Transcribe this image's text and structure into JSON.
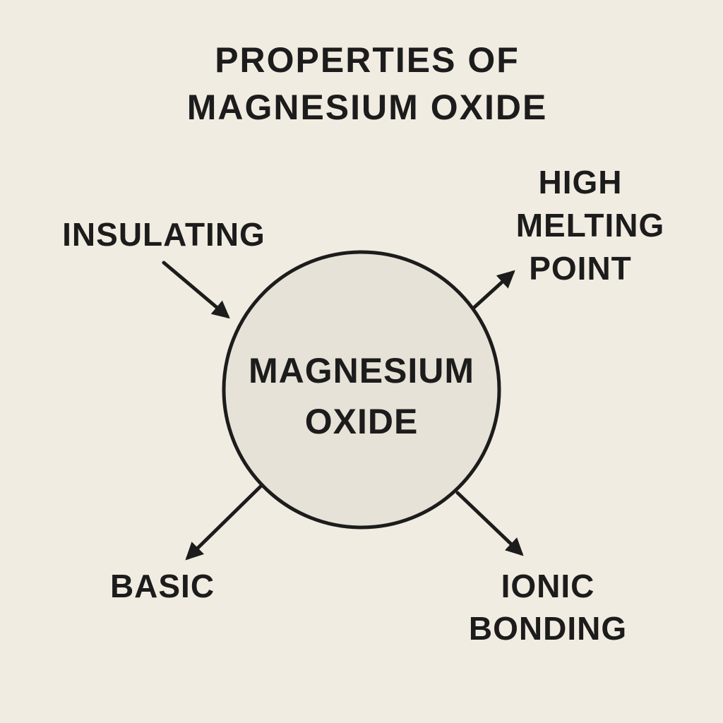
{
  "title": {
    "line1": "PROPERTIES OF",
    "line2": "MAGNESIUM OXIDE"
  },
  "center": {
    "line1": "MAGNESIUM",
    "line2": "OXIDE"
  },
  "properties": {
    "insulating": "INSULATING",
    "high_melting_point": {
      "line1": "HIGH",
      "line2": "MELTING",
      "line3": "POINT"
    },
    "basic": "BASIC",
    "ionic_bonding": {
      "line1": "IONIC",
      "line2": "BONDING"
    }
  },
  "colors": {
    "background": "#f1ece1",
    "circle_fill": "#e7e2d7",
    "ink": "#1c1c1c"
  }
}
